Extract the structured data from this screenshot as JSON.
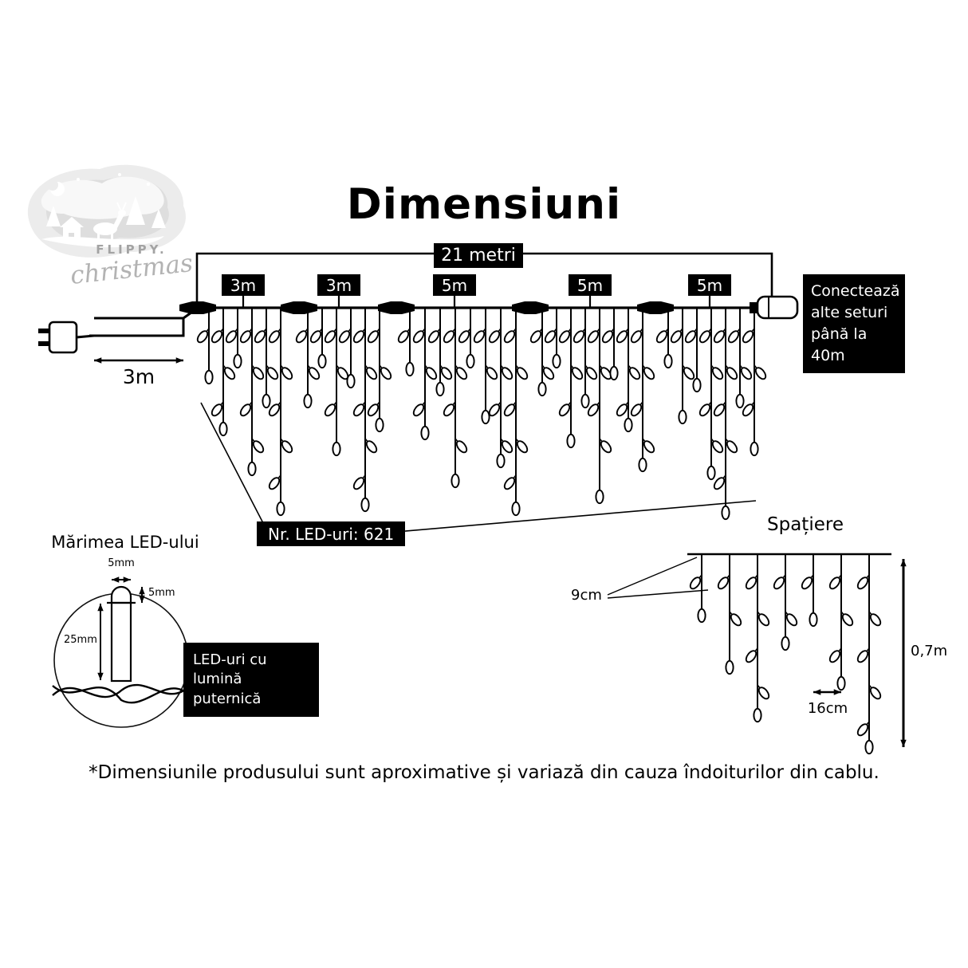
{
  "logo": {
    "brand_name": "FLIPPY.",
    "brand_script": "christmas"
  },
  "page_title": "Dimensiuni",
  "string_diagram": {
    "total_length": "21 metri",
    "segments": [
      "3m",
      "3m",
      "5m",
      "5m",
      "5m"
    ],
    "lead_length": "3m",
    "connect_note": "Conectează alte seturi până la 40m",
    "led_count": "Nr. LED-uri: 621"
  },
  "spacing": {
    "title": "Spațiere",
    "bulb_gap": "9cm",
    "drop_gap": "16cm",
    "drop_height": "0,7m"
  },
  "led_size": {
    "title": "Mărimea LED-ului",
    "dome_width": "5mm",
    "dome_height": "5mm",
    "body_length": "25mm",
    "note": "LED-uri cu lumină puternică"
  },
  "footnote": "*Dimensiunile produsului sunt aproximative și variază din cauza îndoiturilor din cablu.",
  "colors": {
    "label_box_bg": "#000000",
    "label_box_text": "#ffffff",
    "line": "#000000",
    "logo_gray": "#ececec"
  }
}
